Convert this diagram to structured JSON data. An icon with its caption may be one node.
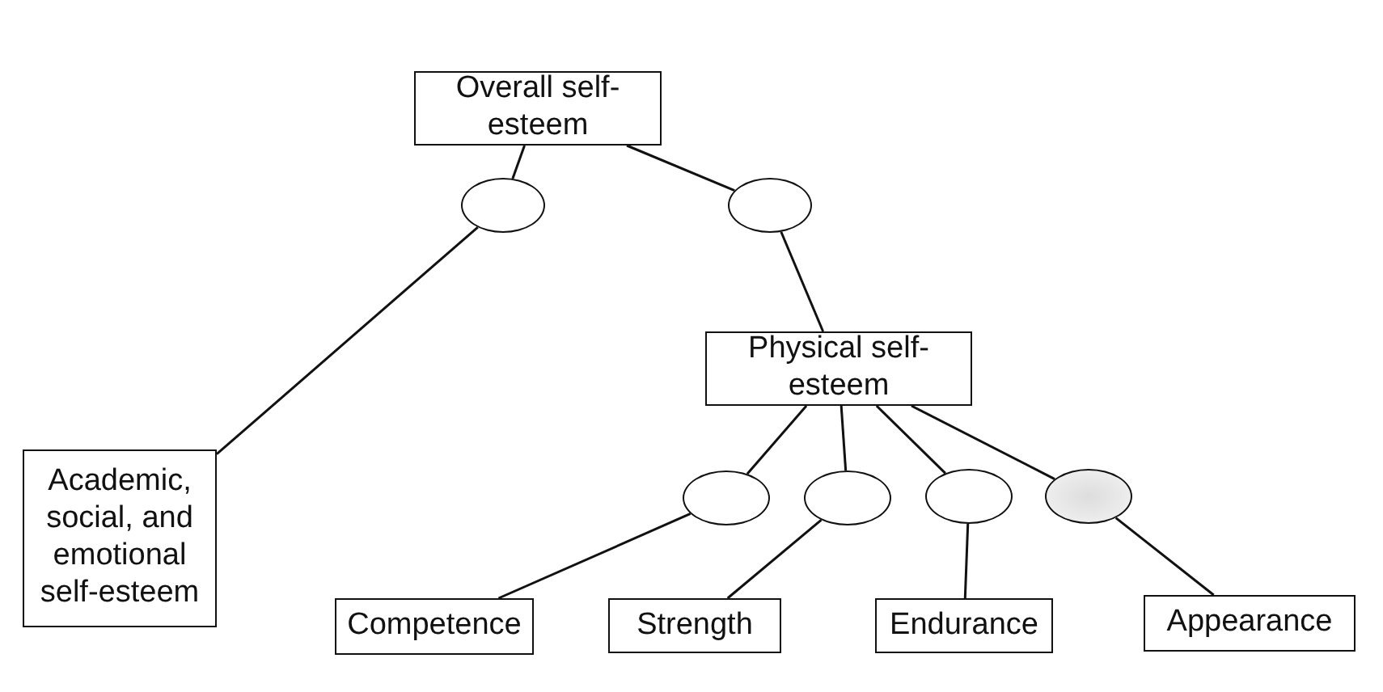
{
  "diagram": {
    "nodes": [
      {
        "text": [
          "Overall self-esteem"
        ]
      },
      {
        "text": [],
        "shape": "ellipse"
      },
      {
        "text": [],
        "shape": "ellipse"
      },
      {
        "text": [
          "Physical self-esteem"
        ]
      },
      {
        "text": [
          "Academic, social, and emotional self-esteem"
        ]
      },
      {
        "text": [],
        "shape": "ellipse"
      },
      {
        "text": [],
        "shape": "ellipse"
      },
      {
        "text": [],
        "shape": "ellipse"
      },
      {
        "text": [],
        "shape": "ellipse"
      },
      {
        "text": [
          "Competence"
        ]
      },
      {
        "text": [
          "Strength"
        ]
      },
      {
        "text": [
          "Endurance"
        ]
      },
      {
        "text": [
          "Appearance"
        ]
      }
    ],
    "edges": [
      {
        "from": 0,
        "to": 1,
        "arrow": "none"
      },
      {
        "from": 0,
        "to": 2,
        "arrow": "none"
      },
      {
        "from": 1,
        "to": 4,
        "arrow": "none"
      },
      {
        "from": 2,
        "to": 3,
        "arrow": "none"
      },
      {
        "from": 3,
        "to": 5,
        "arrow": "none"
      },
      {
        "from": 3,
        "to": 6,
        "arrow": "none"
      },
      {
        "from": 3,
        "to": 7,
        "arrow": "none"
      },
      {
        "from": 3,
        "to": 8,
        "arrow": "none"
      },
      {
        "from": 5,
        "to": 9,
        "arrow": "none"
      },
      {
        "from": 6,
        "to": 10,
        "arrow": "none"
      },
      {
        "from": 7,
        "to": 11,
        "arrow": "none"
      },
      {
        "from": 8,
        "to": 12,
        "arrow": "none"
      }
    ]
  }
}
